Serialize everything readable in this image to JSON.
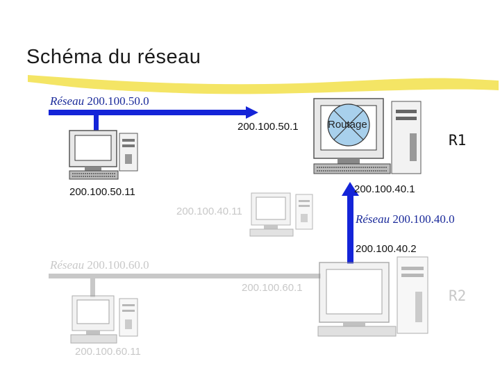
{
  "title": "Schéma du réseau",
  "networks": {
    "n50": {
      "prefix": "Réseau",
      "address": "200.100.50.0"
    },
    "n40": {
      "prefix": "Réseau",
      "address": "200.100.40.0"
    },
    "n60": {
      "prefix": "Réseau",
      "address": "200.100.60.0"
    }
  },
  "hosts": {
    "r1_if50": "200.100.50.1",
    "host50": "200.100.50.11",
    "r1_if40": "200.100.40.1",
    "host40": "200.100.40.11",
    "r2_if40": "200.100.40.2",
    "r2_if60": "200.100.60.1",
    "host60": "200.100.60.11"
  },
  "routers": {
    "r1": "R1",
    "r2": "R2"
  },
  "routing_label": "Routage",
  "colors": {
    "active": "#1424d8",
    "inactive": "#c8c8c8",
    "accent": "#f2e04a",
    "routing": "#a8d0ec"
  }
}
